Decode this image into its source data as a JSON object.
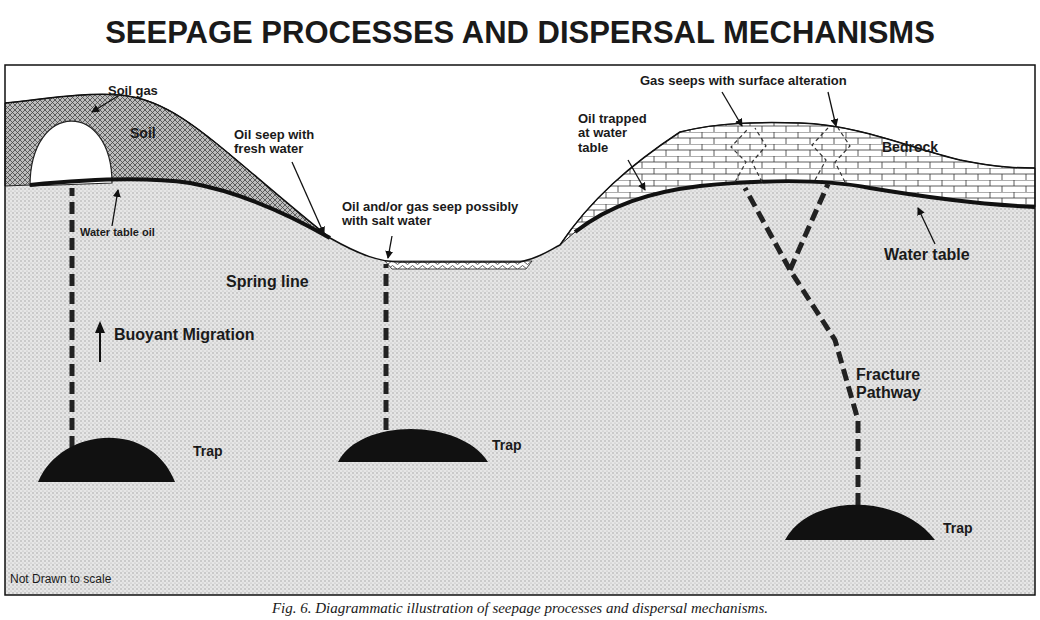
{
  "diagram": {
    "title": "SEEPAGE PROCESSES AND DISPERSAL MECHANISMS",
    "caption": "Fig. 6. Diagrammatic illustration of seepage processes and dispersal mechanisms.",
    "labels": [
      "Soil gas",
      "Gas seeps with surface alteration",
      "Soil",
      "Oil seep with fresh water",
      "Oil trapped at water table",
      "Bedrock",
      "Oil and/or gas seep possibly with salt water",
      "Water table oil",
      "Spring line",
      "Water table",
      "Buoyant Migration",
      "Fracture Pathway",
      "Trap",
      "Trap",
      "Trap",
      "Not Drawn to scale"
    ]
  }
}
